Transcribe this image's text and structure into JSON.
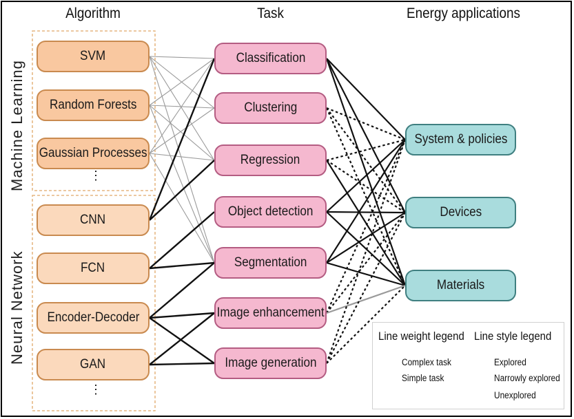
{
  "headers": {
    "algorithm": "Algorithm",
    "task": "Task",
    "energy": "Energy applications"
  },
  "groups": {
    "machine_learning": "Machine Learning",
    "neural_network": "Neural Network"
  },
  "algorithms": [
    {
      "id": "svm",
      "label": "SVM",
      "group": "ml"
    },
    {
      "id": "rf",
      "label": "Random Forests",
      "group": "ml"
    },
    {
      "id": "gp",
      "label": "Gaussian Processes",
      "group": "ml"
    },
    {
      "id": "cnn",
      "label": "CNN",
      "group": "nn"
    },
    {
      "id": "fcn",
      "label": "FCN",
      "group": "nn"
    },
    {
      "id": "ed",
      "label": "Encoder-Decoder",
      "group": "nn"
    },
    {
      "id": "gan",
      "label": "GAN",
      "group": "nn"
    }
  ],
  "ellipsis": "⋮",
  "tasks": [
    {
      "id": "classification",
      "label": "Classification"
    },
    {
      "id": "clustering",
      "label": "Clustering"
    },
    {
      "id": "regression",
      "label": "Regression"
    },
    {
      "id": "object_detection",
      "label": "Object detection"
    },
    {
      "id": "segmentation",
      "label": "Segmentation"
    },
    {
      "id": "image_enhancement",
      "label": "Image enhancement"
    },
    {
      "id": "image_generation",
      "label": "Image generation"
    }
  ],
  "energy_apps": [
    {
      "id": "system",
      "label": "System & policies"
    },
    {
      "id": "devices",
      "label": "Devices"
    },
    {
      "id": "materials",
      "label": "Materials"
    }
  ],
  "links_algo_task": [
    {
      "from": "svm",
      "to": "classification",
      "weight": "simple"
    },
    {
      "from": "svm",
      "to": "clustering",
      "weight": "simple"
    },
    {
      "from": "svm",
      "to": "regression",
      "weight": "simple"
    },
    {
      "from": "svm",
      "to": "segmentation",
      "weight": "simple"
    },
    {
      "from": "rf",
      "to": "classification",
      "weight": "simple"
    },
    {
      "from": "rf",
      "to": "clustering",
      "weight": "simple"
    },
    {
      "from": "rf",
      "to": "regression",
      "weight": "simple"
    },
    {
      "from": "rf",
      "to": "segmentation",
      "weight": "simple"
    },
    {
      "from": "gp",
      "to": "classification",
      "weight": "simple"
    },
    {
      "from": "gp",
      "to": "clustering",
      "weight": "simple"
    },
    {
      "from": "gp",
      "to": "regression",
      "weight": "simple"
    },
    {
      "from": "gp",
      "to": "segmentation",
      "weight": "simple"
    },
    {
      "from": "cnn",
      "to": "classification",
      "weight": "complex"
    },
    {
      "from": "cnn",
      "to": "regression",
      "weight": "complex"
    },
    {
      "from": "fcn",
      "to": "object_detection",
      "weight": "complex"
    },
    {
      "from": "fcn",
      "to": "segmentation",
      "weight": "complex"
    },
    {
      "from": "ed",
      "to": "segmentation",
      "weight": "complex"
    },
    {
      "from": "ed",
      "to": "image_enhancement",
      "weight": "complex"
    },
    {
      "from": "ed",
      "to": "image_generation",
      "weight": "complex"
    },
    {
      "from": "gan",
      "to": "image_enhancement",
      "weight": "complex"
    },
    {
      "from": "gan",
      "to": "image_generation",
      "weight": "complex"
    }
  ],
  "links_task_energy": [
    {
      "from": "classification",
      "to": "system",
      "style": "explored"
    },
    {
      "from": "classification",
      "to": "devices",
      "style": "explored"
    },
    {
      "from": "classification",
      "to": "materials",
      "style": "explored"
    },
    {
      "from": "clustering",
      "to": "system",
      "style": "unexplored"
    },
    {
      "from": "clustering",
      "to": "devices",
      "style": "unexplored"
    },
    {
      "from": "clustering",
      "to": "materials",
      "style": "unexplored"
    },
    {
      "from": "regression",
      "to": "system",
      "style": "unexplored"
    },
    {
      "from": "regression",
      "to": "devices",
      "style": "unexplored"
    },
    {
      "from": "regression",
      "to": "materials",
      "style": "explored"
    },
    {
      "from": "object_detection",
      "to": "system",
      "style": "explored"
    },
    {
      "from": "object_detection",
      "to": "devices",
      "style": "explored"
    },
    {
      "from": "object_detection",
      "to": "materials",
      "style": "explored"
    },
    {
      "from": "segmentation",
      "to": "system",
      "style": "explored"
    },
    {
      "from": "segmentation",
      "to": "devices",
      "style": "explored"
    },
    {
      "from": "segmentation",
      "to": "materials",
      "style": "explored"
    },
    {
      "from": "image_enhancement",
      "to": "system",
      "style": "unexplored"
    },
    {
      "from": "image_enhancement",
      "to": "devices",
      "style": "unexplored"
    },
    {
      "from": "image_enhancement",
      "to": "materials",
      "style": "narrowly"
    },
    {
      "from": "image_generation",
      "to": "system",
      "style": "unexplored"
    },
    {
      "from": "image_generation",
      "to": "devices",
      "style": "unexplored"
    },
    {
      "from": "image_generation",
      "to": "materials",
      "style": "unexplored"
    }
  ],
  "legend": {
    "weight_title": "Line weight legend",
    "weight_items": [
      "Complex task",
      "Simple task"
    ],
    "style_title": "Line style legend",
    "style_items": [
      "Explored",
      "Narrowly explored",
      "Unexplored"
    ]
  },
  "colors": {
    "algorithm_fill": "#f9c8a0",
    "algorithm_border": "#c98a4f",
    "task_fill": "#f5b8cf",
    "task_border": "#b45c82",
    "energy_fill": "#a9dcdd",
    "energy_border": "#3f7f80",
    "group_border": "#e0a868"
  }
}
